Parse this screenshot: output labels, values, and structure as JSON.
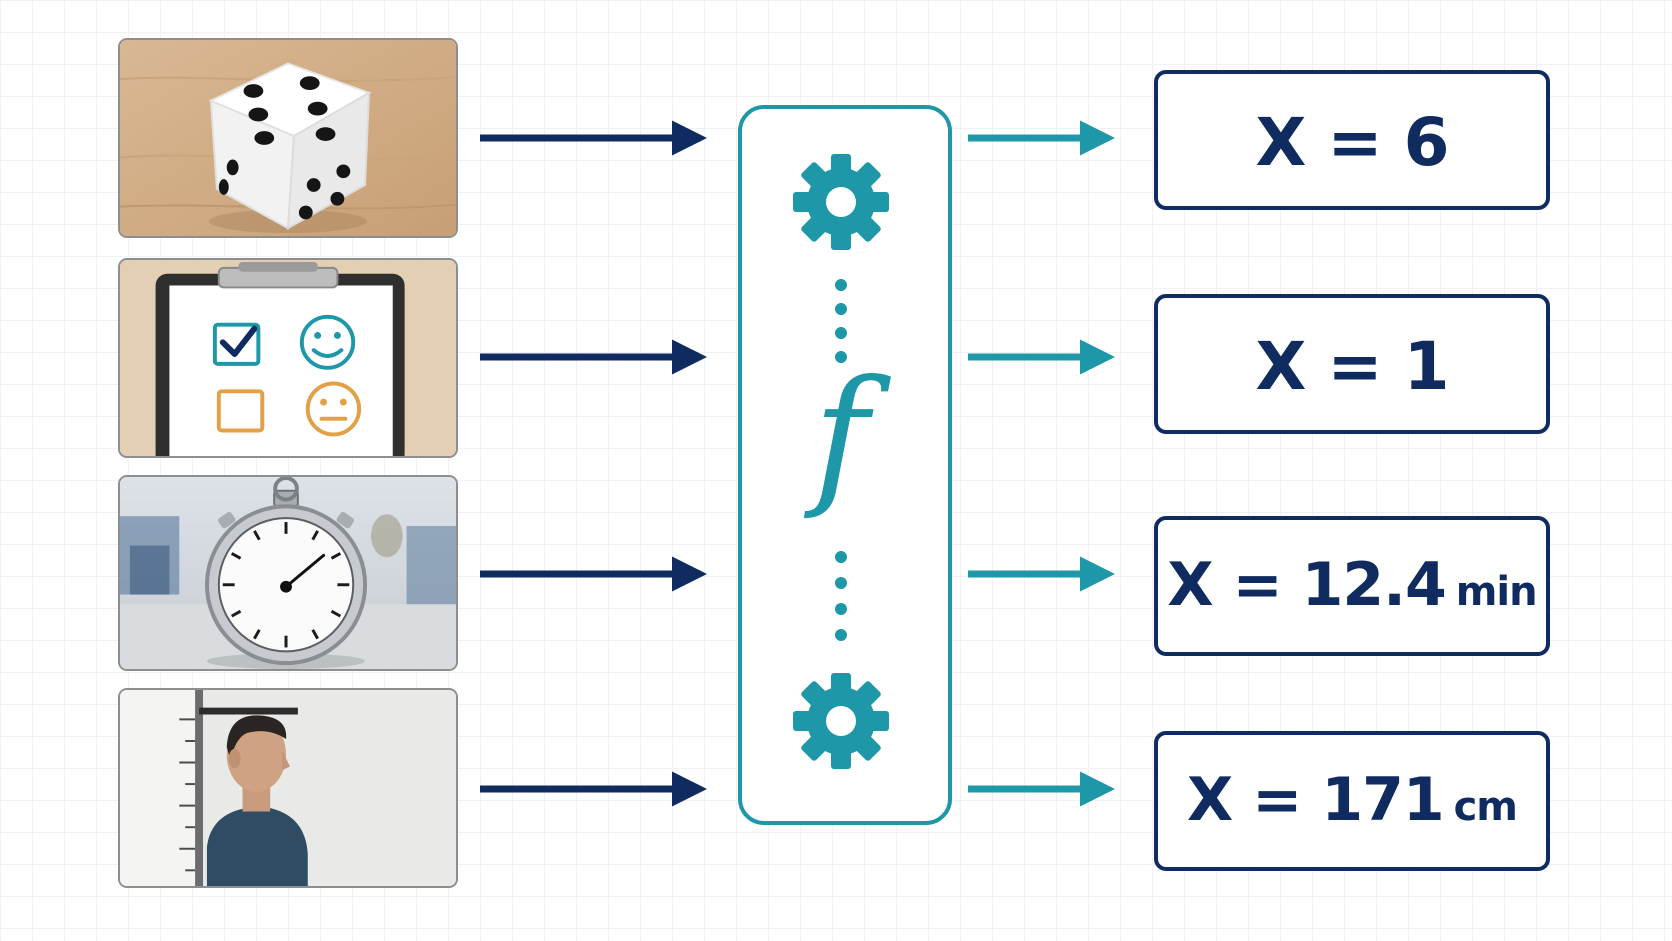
{
  "colors": {
    "input_arrow": "#0f2b60",
    "output_arrow": "#1e97a8",
    "function_box": "#1e97a8",
    "result_border": "#0f2b60",
    "result_text": "#0f2b60"
  },
  "inputs": [
    {
      "icon": "dice-photo-icon"
    },
    {
      "icon": "survey-clipboard-photo-icon"
    },
    {
      "icon": "stopwatch-photo-icon"
    },
    {
      "icon": "height-measurement-photo-icon"
    }
  ],
  "function": {
    "symbol": "f",
    "top_icon": "gear-icon",
    "bottom_icon": "gear-icon"
  },
  "outputs": [
    {
      "expression": "X = 6",
      "unit": ""
    },
    {
      "expression": "X = 1",
      "unit": ""
    },
    {
      "expression": "X = 12.4",
      "unit": "min"
    },
    {
      "expression": "X = 171",
      "unit": "cm"
    }
  ]
}
